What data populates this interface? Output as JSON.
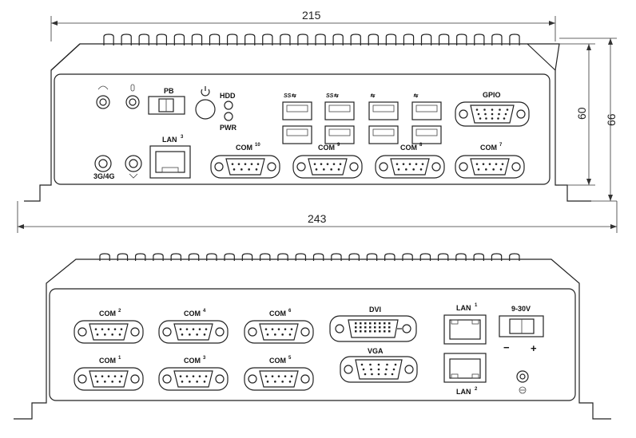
{
  "dimensions": {
    "width_body": "215",
    "width_total": "243",
    "height_body": "60",
    "height_total": "66"
  },
  "front_panel": {
    "pb_label": "PB",
    "hdd_label": "HDD",
    "pwr_label": "PWR",
    "lan_label": "LAN",
    "lan_sup": "3",
    "antenna_label": "3G/4G",
    "usb3_label": "SS",
    "gpio_label": "GPIO",
    "com_ports": [
      {
        "label": "COM",
        "sup": "10"
      },
      {
        "label": "COM",
        "sup": "9"
      },
      {
        "label": "COM",
        "sup": "8"
      },
      {
        "label": "COM",
        "sup": "7"
      }
    ]
  },
  "rear_panel": {
    "com_top": [
      {
        "label": "COM",
        "sup": "2"
      },
      {
        "label": "COM",
        "sup": "4"
      },
      {
        "label": "COM",
        "sup": "6"
      }
    ],
    "com_bottom": [
      {
        "label": "COM",
        "sup": "1"
      },
      {
        "label": "COM",
        "sup": "3"
      },
      {
        "label": "COM",
        "sup": "5"
      }
    ],
    "dvi_label": "DVI",
    "vga_label": "VGA",
    "lan1_label": "LAN",
    "lan1_sup": "1",
    "lan2_label": "LAN",
    "lan2_sup": "2",
    "power_label": "9-30V",
    "minus_label": "−",
    "plus_label": "+"
  }
}
